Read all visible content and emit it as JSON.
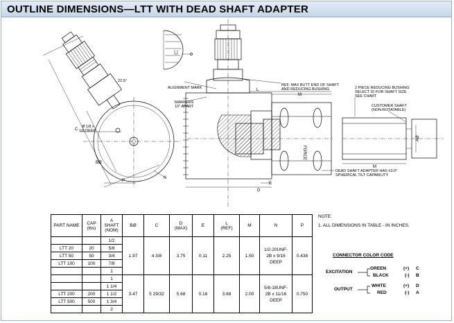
{
  "header": {
    "title": "OUTLINE DIMENSIONS—LTT WITH DEAD SHAFT ADAPTER"
  },
  "drawing": {
    "labels": {
      "alignment_mark": "ALIGNMENT MARK",
      "markers": "MARKERS",
      "markers_spacing": "10° APART",
      "angle_22": "22.5°",
      "hole_note_1": "Ø 1/8 x",
      "hole_note_2": "1/8 DEEP",
      "dim_c": "C",
      "dim_b": "BØ",
      "dim_p": "P",
      "dim_n": "N",
      "dim_l": "L",
      "dim_m": "M",
      "dim_d": "D",
      "dim_e": "E",
      "dim_a": "AØ",
      "force": "FORCE",
      "ref_max_1": "REF. MAX BUTT END OF SHAFT",
      "ref_max_2": "AND REDUCING BUSHING",
      "bushing_1": "2 PIECE REDUCING BUSHING",
      "bushing_2": "SELECT ID FOR SHAFT SIZE",
      "bushing_3": "SEE CHART",
      "customer_shaft_1": "CUSTOMER SHAFT",
      "customer_shaft_2": "(NON-ROTATABLE)",
      "tilt_1": "DEAD SHAFT ADAPTER HAS ±3.0°",
      "tilt_2": "SPHERICAL TILT CAPABILITY"
    }
  },
  "table": {
    "headers": {
      "part_name": "PART NAME",
      "cap": "CAP",
      "cap_unit": "(lbs)",
      "a": "A",
      "a_sub1": "SHAFT",
      "a_sub2": "(NOM)",
      "b": "BØ",
      "c": "C",
      "d": "D",
      "d_sub": "(MAX)",
      "e": "E",
      "l": "L",
      "l_sub": "(REF)",
      "m": "M",
      "n": "N",
      "p": "P"
    },
    "group1": {
      "shafts": [
        "1/2",
        "5/8",
        "3/4",
        "7/8",
        "1"
      ],
      "parts": [
        {
          "name": "LTT 20",
          "cap": "20"
        },
        {
          "name": "LTT 50",
          "cap": "50"
        },
        {
          "name": "LTT 100",
          "cap": "100"
        }
      ],
      "b": "1.97",
      "c": "4 3/8",
      "d": "3.75",
      "e": "0.11",
      "l": "2.25",
      "m": "1.50",
      "n": [
        "1/2-20UNF-",
        "2B x 9/16",
        "DEEP"
      ],
      "p": "0.438"
    },
    "group2": {
      "shafts": [
        "1",
        "1 1/4",
        "1 1/2",
        "1 3/4",
        "2"
      ],
      "parts": [
        {
          "name": "LTT 200",
          "cap": "200"
        },
        {
          "name": "LTT 500",
          "cap": "500"
        }
      ],
      "b": "3.47",
      "c": "5 29/32",
      "d": "5.68",
      "e": "0.16",
      "l": "3.68",
      "m": "2.00",
      "n": [
        "5/8-18UNF-",
        "2B x 11/16",
        "DEEP"
      ],
      "p": "0.750"
    }
  },
  "notes": {
    "heading": "NOTE:",
    "items": [
      "1. ALL DIMENSIONS IN TABLE - IN INCHES."
    ]
  },
  "connector": {
    "title": "CONNECTOR COLOR CODE",
    "excitation": "EXCITATION",
    "output": "OUTPUT",
    "rows": [
      {
        "color": "GREEN",
        "sign": "(+)",
        "pin": "C"
      },
      {
        "color": "BLACK",
        "sign": "(-)",
        "pin": "B"
      },
      {
        "color": "WHITE",
        "sign": "(+)",
        "pin": "D"
      },
      {
        "color": "RED",
        "sign": "(-)",
        "pin": "A"
      }
    ]
  }
}
